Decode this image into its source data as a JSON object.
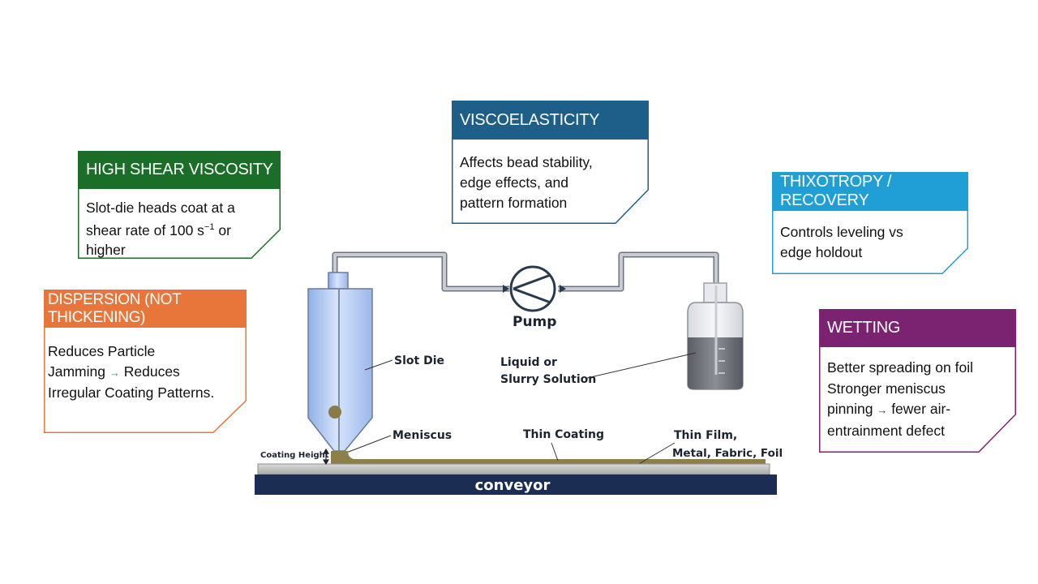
{
  "cards": {
    "high_shear": {
      "title": "HIGH SHEAR VISCOSITY",
      "line1": "Slot-die heads coat at a",
      "line2_pre": "shear rate of 100 s",
      "line2_sup": "−1",
      "line2_post": " or",
      "line3": "higher",
      "color": "#1b6e27"
    },
    "dispersion": {
      "title": "DISPERSION (NOT THICKENING)",
      "line1": "Reduces Particle",
      "line2_pre": "Jamming",
      "arrow": "→",
      "line2_post": " Reduces",
      "line3": "Irregular Coating Patterns.",
      "color": "#e8763a"
    },
    "viscoelasticity": {
      "title": "VISCOELASTICITY",
      "line1": "Affects bead stability,",
      "line2": "edge effects, and",
      "line3": "pattern formation",
      "color": "#1e5f8a"
    },
    "thixotropy": {
      "title": "THIXOTROPY / RECOVERY",
      "line1": "Controls leveling vs",
      "line2": "edge holdout",
      "color": "#1f9fd6"
    },
    "wetting": {
      "title": "WETTING",
      "line1": "Better spreading on foil",
      "line2": "Stronger meniscus",
      "line3_pre": "pinning",
      "arrow": "→",
      "line3_post": " fewer air-",
      "line4": "entrainment defect",
      "color": "#7b2270"
    }
  },
  "diagram": {
    "pump": "Pump",
    "slot_die": "Slot Die",
    "liquid_line1": "Liquid or",
    "liquid_line2": "Slurry Solution",
    "meniscus": "Meniscus",
    "thin_coating": "Thin Coating",
    "thin_film_line1": "Thin Film,",
    "thin_film_line2": "Metal, Fabric, Foil",
    "coating_height": "Coating Height",
    "conveyor": "conveyor"
  }
}
